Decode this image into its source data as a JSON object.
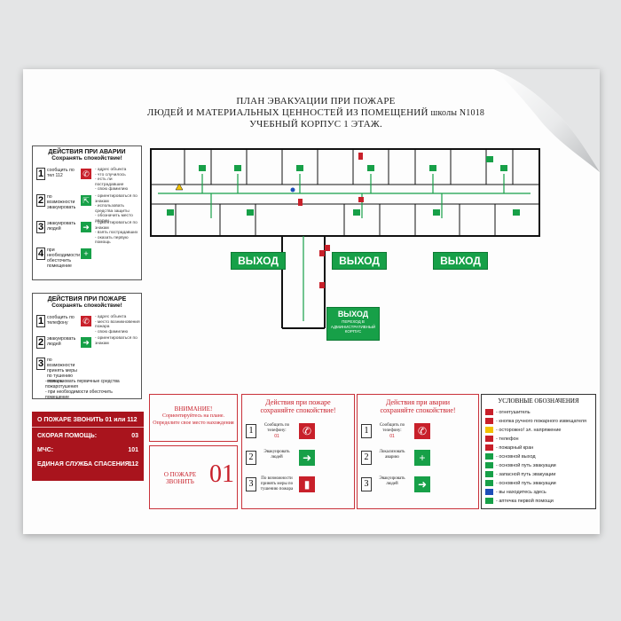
{
  "title": {
    "line1": "ПЛАН ЭВАКУАЦИИ ПРИ ПОЖАРЕ",
    "line2": "ЛЮДЕЙ И МАТЕРИАЛЬНЫХ ЦЕННОСТЕЙ ИЗ ПОМЕЩЕНИЙ",
    "school": "школы N1018",
    "line3": "УЧЕБНЫЙ КОРПУС 1 ЭТАЖ."
  },
  "accident_box": {
    "heading": "ДЕЙСТВИЯ ПРИ АВАРИИ",
    "sub": "Сохранять спокойствие!",
    "rows": [
      {
        "n": "1",
        "text": "сообщить по тел 112",
        "icon": "phone-icon",
        "notes": "- адрес объекта\n- что случилось\n- есть ли пострадавшие\n- свою фамилию"
      },
      {
        "n": "2",
        "text": "по возможности эвакуировать",
        "icon": "exit-door-icon",
        "notes": "- ориентироваться по знакам\n- использовать средства защиты\n- обозначить место аварии"
      },
      {
        "n": "3",
        "text": "эвакуировать людей",
        "icon": "exit-person-icon",
        "notes": "- ориентироваться по знакам\n- взять пострадавших\n- оказать первую помощь"
      },
      {
        "n": "4",
        "text": "при необходимости обесточить помещение",
        "icon": "first-aid-icon",
        "notes": ""
      }
    ]
  },
  "fire_box": {
    "heading": "ДЕЙСТВИЯ ПРИ ПОЖАРЕ",
    "sub": "Сохранять спокойствие!",
    "rows": [
      {
        "n": "1",
        "text": "сообщить по телефону",
        "icon": "phone-icon",
        "notes": "- адрес объекта\n- место возникновения пожара\n- свою фамилию"
      },
      {
        "n": "2",
        "text": "эвакуировать людей",
        "icon": "exit-person-icon",
        "notes": "- ориентироваться по знакам"
      },
      {
        "n": "3",
        "text": "по возможности принять меры по тушению пожара",
        "icon": "",
        "notes": ""
      }
    ],
    "extra": [
      "- использовать первичные средства пожаротушения",
      "- при необходимости обесточить помещение"
    ]
  },
  "phones": {
    "title": "О ПОЖАРЕ ЗВОНИТЬ 01 или 112",
    "rows": [
      {
        "label": "СКОРАЯ ПОМОЩЬ:",
        "value": "03"
      },
      {
        "label": "МЧС:",
        "value": "101"
      },
      {
        "label": "ЕДИНАЯ СЛУЖБА СПАСЕНИЯ:",
        "value": "112"
      }
    ]
  },
  "attention": {
    "head": "ВНИМАНИЕ!",
    "text1": "Сориентируйтесь на плане.",
    "text2": "Определите свое место нахождения"
  },
  "call": {
    "text": "О ПОЖАРЕ ЗВОНИТЬ",
    "number": "01"
  },
  "fire_actions": {
    "heading": "Действия при пожаре",
    "sub": "сохраняйте спокойствие!",
    "rows": [
      {
        "n": "1",
        "text": "Сообщить по телефону:",
        "extra": "01",
        "icon": "phone-icon"
      },
      {
        "n": "2",
        "text": "Эвакуировать людей",
        "extra": "",
        "icon": "exit-person-icon"
      },
      {
        "n": "3",
        "text": "По возможности принять меры по тушению пожара",
        "extra": "",
        "icon": "extinguisher-icon"
      }
    ]
  },
  "accident_actions": {
    "heading": "Действия при аварии",
    "sub": "сохраняйте спокойствие!",
    "rows": [
      {
        "n": "1",
        "text": "Сообщить по телефону:",
        "extra": "01",
        "icon": "phone-icon"
      },
      {
        "n": "2",
        "text": "Локализовать аварию",
        "extra": "",
        "icon": "first-aid-icon"
      },
      {
        "n": "3",
        "text": "Эвакуировать людей",
        "extra": "",
        "icon": "exit-person-icon"
      }
    ]
  },
  "legend": {
    "heading": "УСЛОВНЫЕ ОБОЗНАЧЕНИЯ",
    "items": [
      {
        "label": "- огнетушитель",
        "color": "#c8202a"
      },
      {
        "label": "- кнопка ручного пожарного извещателя",
        "color": "#c8202a"
      },
      {
        "label": "- осторожно! эл. напряжение",
        "color": "#f2c200"
      },
      {
        "label": "- телефон",
        "color": "#c8202a"
      },
      {
        "label": "- пожарный кран",
        "color": "#c8202a"
      },
      {
        "label": "- основной выход",
        "color": "#17a048"
      },
      {
        "label": "- основной путь эвакуации",
        "color": "#17a048"
      },
      {
        "label": "- запасной путь эвакуации",
        "color": "#17a048"
      },
      {
        "label": "- основной путь эвакуации",
        "color": "#17a048"
      },
      {
        "label": "- вы находитесь здесь",
        "color": "#1d4fb8"
      },
      {
        "label": "- аптечка первой помощи",
        "color": "#17a048"
      }
    ]
  },
  "exits": {
    "exit1": "ВЫХОД",
    "exit2": "ВЫХОД",
    "exit3": "ВЫХОД",
    "exit4": "ВЫХОД",
    "exit4_sub": "ПЕРЕХОД В АДМИНИСТРАТИВНЫЙ КОРПУС"
  },
  "colors": {
    "green": "#17a048",
    "red": "#c8202a",
    "phone_bg": "#a9141d"
  }
}
